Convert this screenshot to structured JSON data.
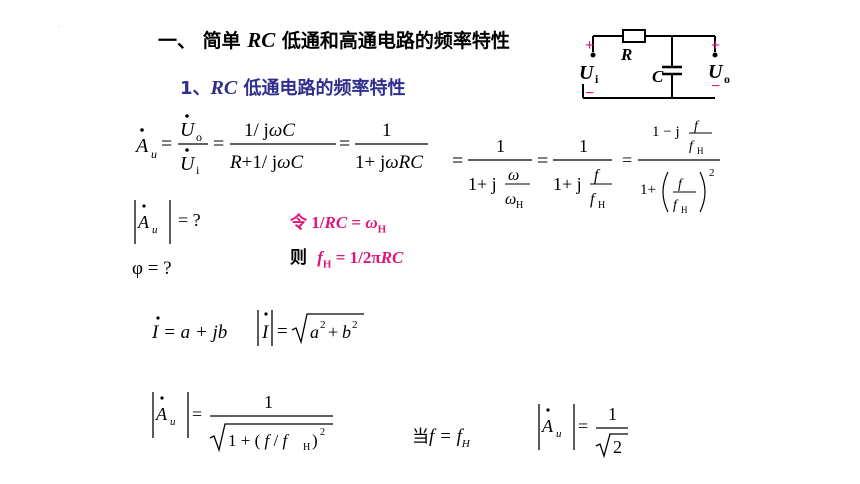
{
  "heading": {
    "prefix": "一、 简单 ",
    "rc": "RC",
    "suffix": " 低通和高通电路的频率特性"
  },
  "subheading": {
    "prefix": "1、",
    "rc": "RC",
    "suffix": " 低通电路的频率特性"
  },
  "circuit": {
    "resistor_label": "R",
    "capacitor_label": "C",
    "input_label": "U",
    "input_sub": "i",
    "output_label": "U",
    "output_sub": "o",
    "plus": "+",
    "minus": "−",
    "colors": {
      "polarity": "#e0157a",
      "wire": "#000000"
    }
  },
  "definitions": {
    "let_word": "令",
    "let_expr_1": "1/",
    "let_expr_rc": "RC",
    "let_expr_eq": " = ",
    "let_expr_omega": "ω",
    "let_expr_sub": "H",
    "then_word": "则",
    "then_f": "f",
    "then_sub": "H",
    "then_eq": " = 1/2π",
    "then_rc": "RC"
  },
  "when": {
    "word": "当",
    "expr": "f = f",
    "sub": "H"
  },
  "formulas": {
    "au_question": "= ?",
    "phi_question": "φ = ?",
    "complex_i": "I = a + jb",
    "colors": {
      "accent": "#e0157a",
      "heading2": "#2f2f8f"
    }
  }
}
